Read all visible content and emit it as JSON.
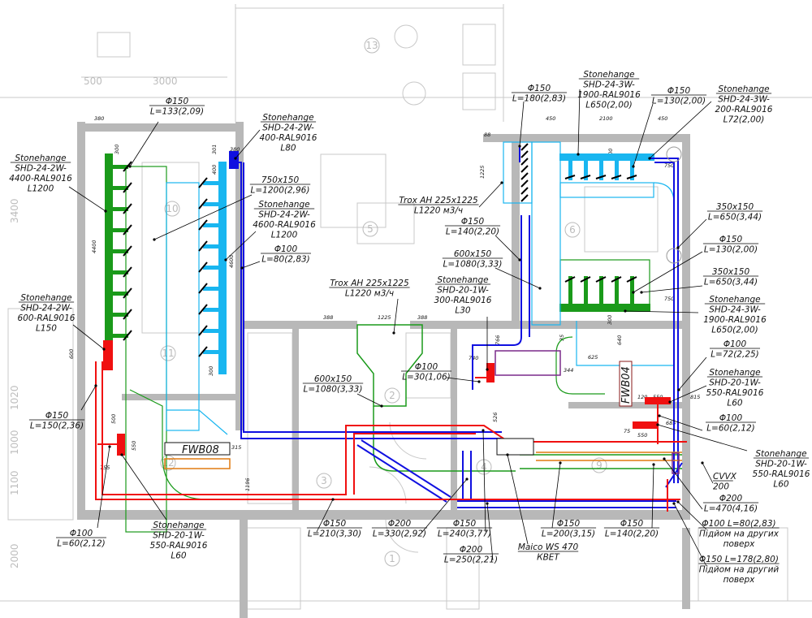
{
  "colors": {
    "wall": "#b8b8b8",
    "supply_green": "#1a9a1a",
    "supply_cyan": "#19b6f0",
    "extract_blue": "#1010e0",
    "exhaust_red": "#f01010",
    "orange": "#e07a10",
    "purple": "#7a2a8a",
    "leader": "#000000"
  },
  "building_dims": [
    "500",
    "3000",
    "3400",
    "1020",
    "1000",
    "1100",
    "2000"
  ],
  "rooms": [
    "13",
    "10",
    "5",
    "6",
    "11",
    "2",
    "3",
    "4",
    "1",
    "12",
    "9"
  ],
  "equipment": {
    "fwb08": "FWB08",
    "fwb04": "FWB04"
  },
  "small_dims": [
    "380",
    "300",
    "4400",
    "380",
    "301",
    "400",
    "4600",
    "88",
    "1225",
    "450",
    "2100",
    "450",
    "300",
    "750",
    "750",
    "300",
    "388",
    "1225",
    "388",
    "740",
    "766",
    "600",
    "500",
    "550",
    "755",
    "300",
    "315",
    "1196",
    "625",
    "344",
    "640",
    "35",
    "120",
    "550",
    "815",
    "685",
    "75",
    "550",
    "526"
  ],
  "callouts": [
    {
      "lines": [
        "Φ150",
        "L=133(2,09)"
      ]
    },
    {
      "lines": [
        "Stonehange",
        "SHD-24-2W-",
        "400-RAL9016",
        "L80"
      ]
    },
    {
      "lines": [
        "Stonehange",
        "SHD-24-2W-",
        "4400-RAL9016",
        "L1200"
      ]
    },
    {
      "lines": [
        "750x150",
        "L=1200(2,96)"
      ]
    },
    {
      "lines": [
        "Stonehange",
        "SHD-24-2W-",
        "4600-RAL9016",
        "L1200"
      ]
    },
    {
      "lines": [
        "Φ100",
        "L=80(2,83)"
      ]
    },
    {
      "lines": [
        "Stonehange",
        "SHD-24-2W-",
        "600-RAL9016",
        "L150"
      ]
    },
    {
      "lines": [
        "Φ150",
        "L=150(2,36)"
      ]
    },
    {
      "lines": [
        "Φ100",
        "L=60(2,12)"
      ]
    },
    {
      "lines": [
        "Stonehange",
        "SHD-20-1W-",
        "550-RAL9016",
        "L60"
      ]
    },
    {
      "lines": [
        "Trox AH 225x1225",
        "L1220 м3/ч"
      ]
    },
    {
      "lines": [
        "Trox AH 225x1225",
        "L1220 м3/ч"
      ]
    },
    {
      "lines": [
        "Φ150",
        "L=140(2,20)"
      ]
    },
    {
      "lines": [
        "600x150",
        "L=1080(3,33)"
      ]
    },
    {
      "lines": [
        "Stonehange",
        "SHD-20-1W-",
        "300-RAL9016",
        "L30"
      ]
    },
    {
      "lines": [
        "600x150",
        "L=1080(3,33)"
      ]
    },
    {
      "lines": [
        "Φ100",
        "L=30(1,06)"
      ]
    },
    {
      "lines": [
        "Φ150",
        "L=180(2,83)"
      ]
    },
    {
      "lines": [
        "Stonehange",
        "SHD-24-3W-",
        "1900-RAL9016",
        "L650(2,00)"
      ]
    },
    {
      "lines": [
        "Φ150",
        "L=130(2,00)"
      ]
    },
    {
      "lines": [
        "Stonehange",
        "SHD-24-3W-",
        "200-RAL9016",
        "L72(2,00)"
      ]
    },
    {
      "lines": [
        "350x150",
        "L=650(3,44)"
      ]
    },
    {
      "lines": [
        "Φ150",
        "L=130(2,00)"
      ]
    },
    {
      "lines": [
        "350x150",
        "L=650(3,44)"
      ]
    },
    {
      "lines": [
        "Stonehange",
        "SHD-24-3W-",
        "1900-RAL9016",
        "L650(2,00)"
      ]
    },
    {
      "lines": [
        "Φ100",
        "L=72(2,25)"
      ]
    },
    {
      "lines": [
        "Stonehange",
        "SHD-20-1W-",
        "550-RAL9016",
        "L60"
      ]
    },
    {
      "lines": [
        "Φ100",
        "L=60(2,12)"
      ]
    },
    {
      "lines": [
        "Stonehange",
        "SHD-20-1W-",
        "550-RAL9016",
        "L60"
      ]
    },
    {
      "lines": [
        "CVVX",
        "200"
      ]
    },
    {
      "lines": [
        "Φ200",
        "L=470(4,16)"
      ]
    },
    {
      "lines": [
        "Φ100 L=80(2,83)",
        "Підйом на других",
        "поверх"
      ]
    },
    {
      "lines": [
        "Φ150 L=178(2,80)",
        "Підйом на другий",
        "поверх"
      ]
    },
    {
      "lines": [
        "Φ150",
        "L=210(3,30)"
      ]
    },
    {
      "lines": [
        "Φ200",
        "L=330(2,92)"
      ]
    },
    {
      "lines": [
        "Φ150",
        "L=240(3,77)"
      ]
    },
    {
      "lines": [
        "Φ200",
        "L=250(2,21)"
      ]
    },
    {
      "lines": [
        "Maico WS 470",
        "КВЕТ"
      ]
    },
    {
      "lines": [
        "Φ150",
        "L=200(3,15)"
      ]
    },
    {
      "lines": [
        "Φ150",
        "L=140(2,20)"
      ]
    }
  ]
}
